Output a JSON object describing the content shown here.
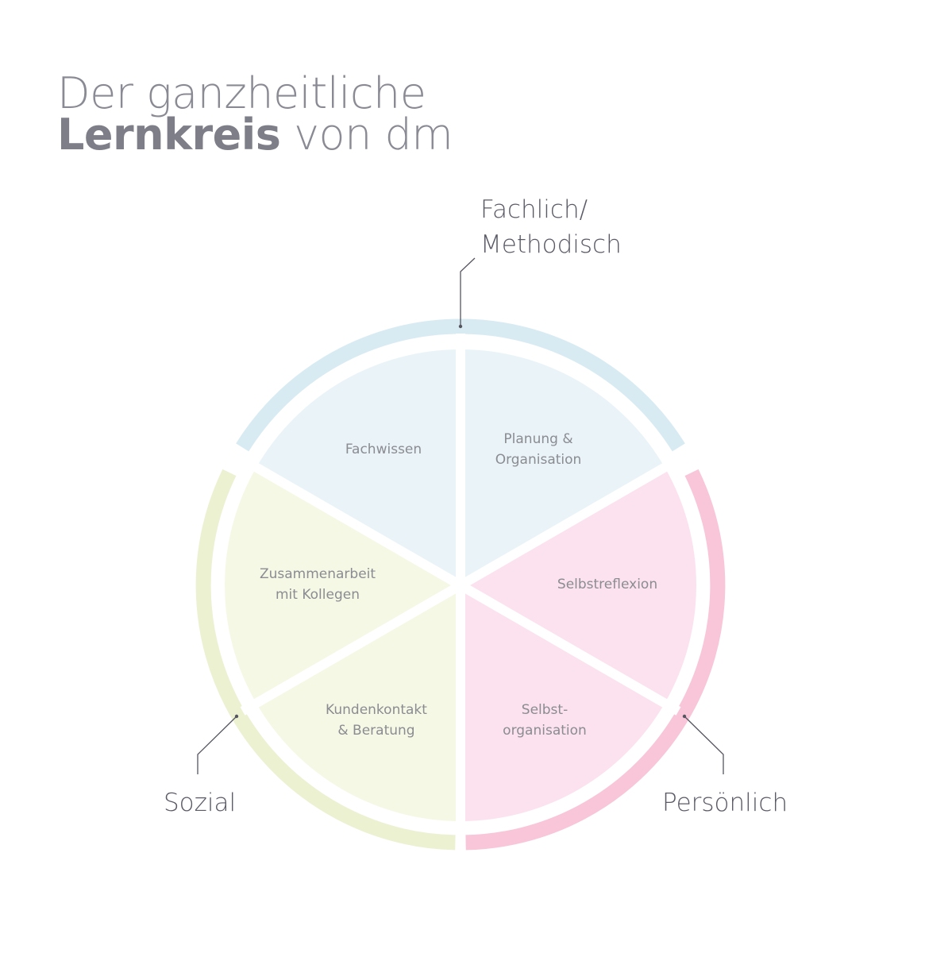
{
  "title": {
    "line1": "Der ganzheitliche",
    "line2_bold": "Lernkreis",
    "line2_rest": " von dm"
  },
  "categories": [
    {
      "id": "fachlich",
      "line1": "Fachlich/",
      "line2": "Methodisch",
      "ring_color": "#d8ebf2"
    },
    {
      "id": "persoenlich",
      "line1": "Persönlich",
      "ring_color": "#f8c6d8"
    },
    {
      "id": "sozial",
      "line1": "Sozial",
      "ring_color": "#ecf1d2"
    }
  ],
  "segments": [
    {
      "id": "fachwissen",
      "lines": [
        "Fachwissen"
      ],
      "fill": "#eaf4f8"
    },
    {
      "id": "planung",
      "lines": [
        "Planung &",
        "Organisation"
      ],
      "fill": "#eaf4f8"
    },
    {
      "id": "selbstreflexion",
      "lines": [
        "Selbstreflexion"
      ],
      "fill": "#fce2ee"
    },
    {
      "id": "selbstorganisation",
      "lines": [
        "Selbst-",
        "organisation"
      ],
      "fill": "#fce2ee"
    },
    {
      "id": "kundenkontakt",
      "lines": [
        "Kundenkontakt",
        "& Beratung"
      ],
      "fill": "#f6f8e6"
    },
    {
      "id": "zusammenarbeit",
      "lines": [
        "Zusammenarbeit",
        "mit Kollegen"
      ],
      "fill": "#f6f8e6"
    }
  ],
  "colors": {
    "title": "#8a8a94",
    "label": "#5a5a66",
    "segment_text": "#8a8c92",
    "leader_line": "#555560"
  }
}
